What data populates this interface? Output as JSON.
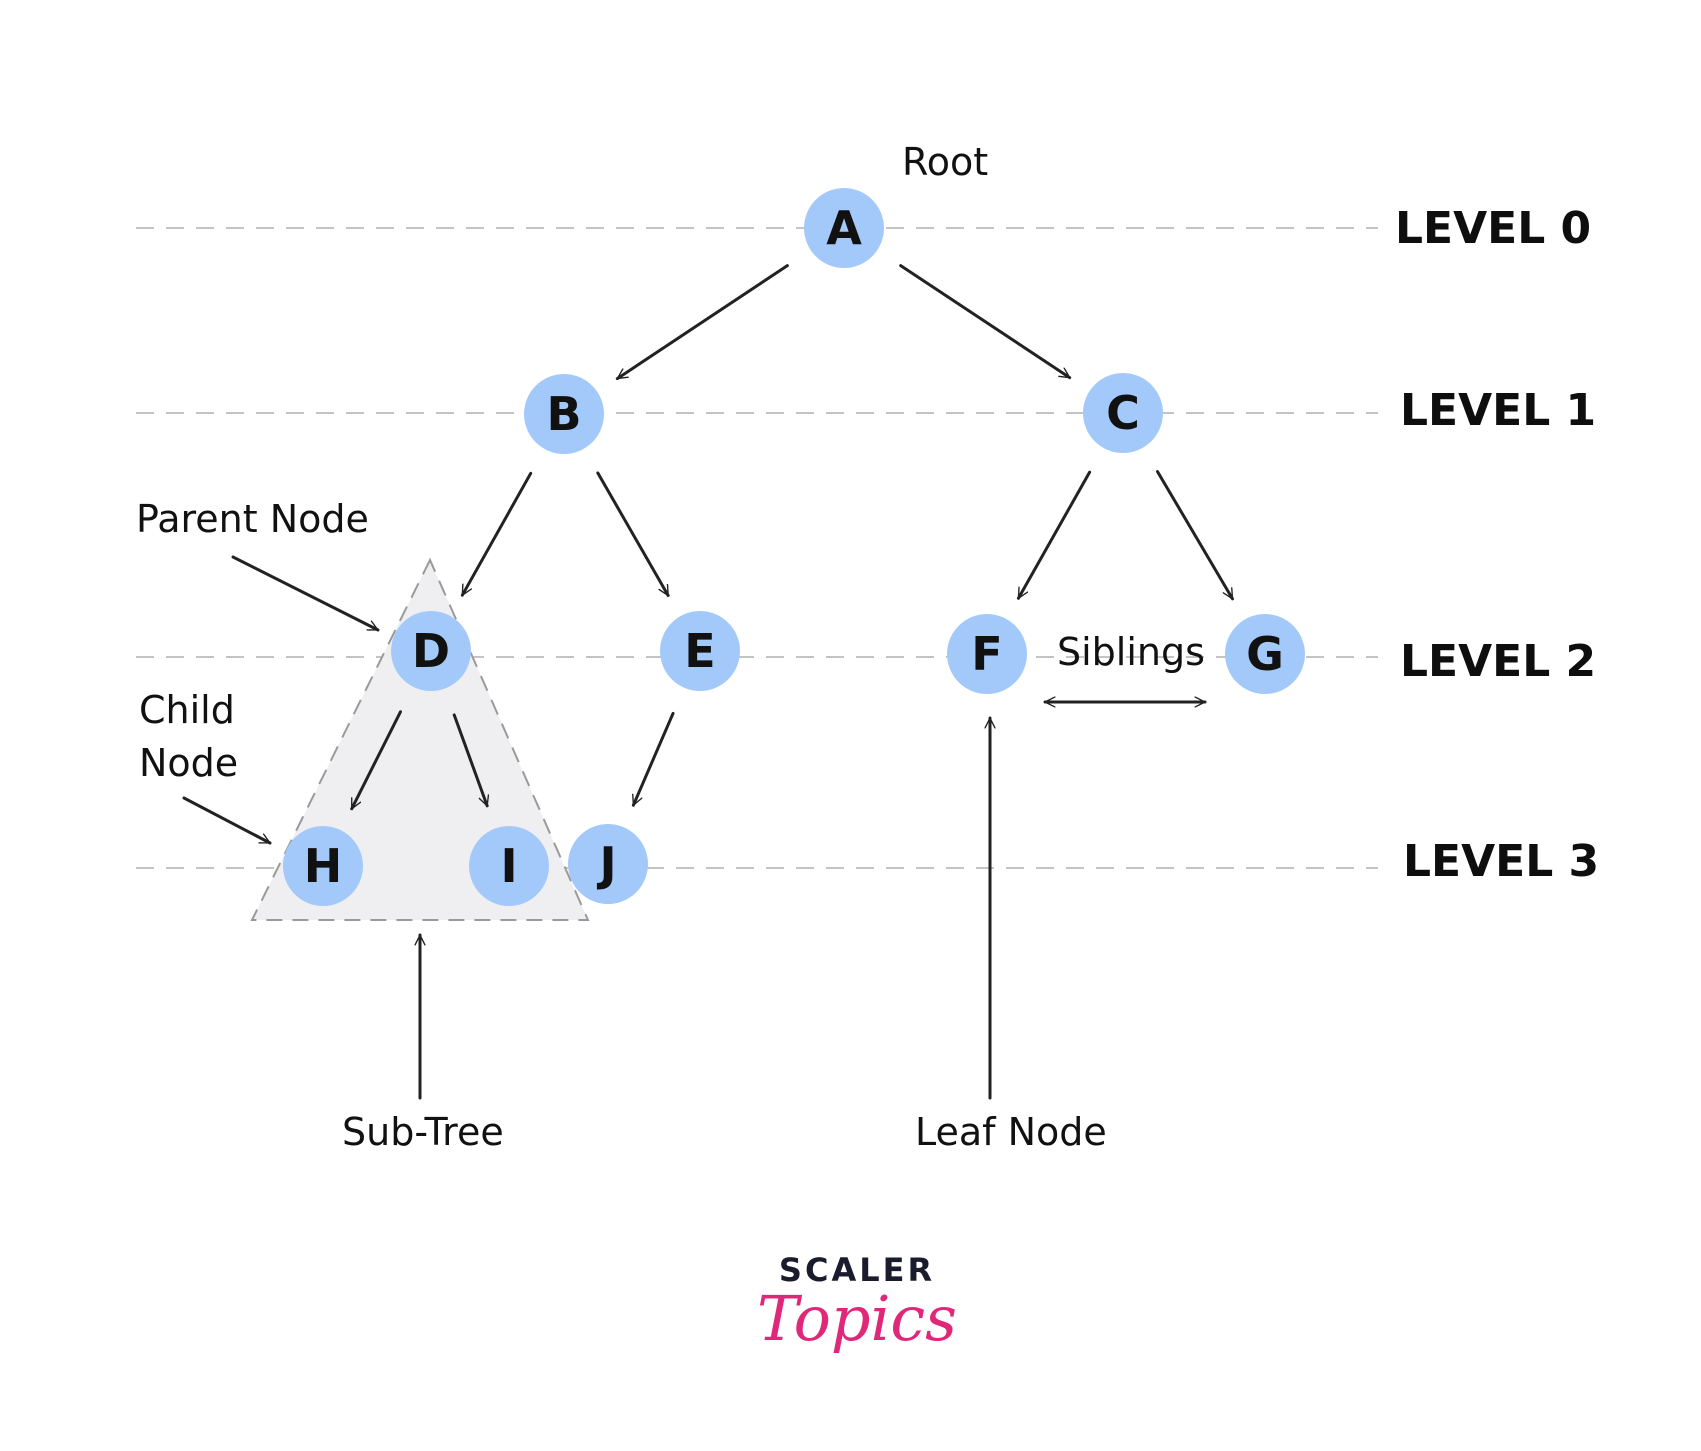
{
  "colors": {
    "node_fill": "#a3c9fb",
    "arrow": "#222222",
    "level_line": "#c4c4c4",
    "subtree_fill": "#efeff1",
    "brand_pink": "#e0287a",
    "brand_dark": "#1b1b2e"
  },
  "nodes": [
    {
      "id": "A",
      "label": "A"
    },
    {
      "id": "B",
      "label": "B"
    },
    {
      "id": "C",
      "label": "C"
    },
    {
      "id": "D",
      "label": "D"
    },
    {
      "id": "E",
      "label": "E"
    },
    {
      "id": "F",
      "label": "F"
    },
    {
      "id": "G",
      "label": "G"
    },
    {
      "id": "H",
      "label": "H"
    },
    {
      "id": "I",
      "label": "I"
    },
    {
      "id": "J",
      "label": "J"
    }
  ],
  "edges": [
    {
      "from": "A",
      "to": "B"
    },
    {
      "from": "A",
      "to": "C"
    },
    {
      "from": "B",
      "to": "D"
    },
    {
      "from": "B",
      "to": "E"
    },
    {
      "from": "C",
      "to": "F"
    },
    {
      "from": "C",
      "to": "G"
    },
    {
      "from": "D",
      "to": "H"
    },
    {
      "from": "D",
      "to": "I"
    },
    {
      "from": "E",
      "to": "J"
    }
  ],
  "levels": [
    {
      "label": "LEVEL 0"
    },
    {
      "label": "LEVEL 1"
    },
    {
      "label": "LEVEL 2"
    },
    {
      "label": "LEVEL 3"
    }
  ],
  "annotations": {
    "root": "Root",
    "parent_node": "Parent Node",
    "child_node_line1": "Child",
    "child_node_line2": "Node",
    "siblings": "Siblings",
    "sub_tree": "Sub-Tree",
    "leaf_node": "Leaf Node"
  },
  "brand": {
    "top": "SCALER",
    "script": "Topics"
  }
}
